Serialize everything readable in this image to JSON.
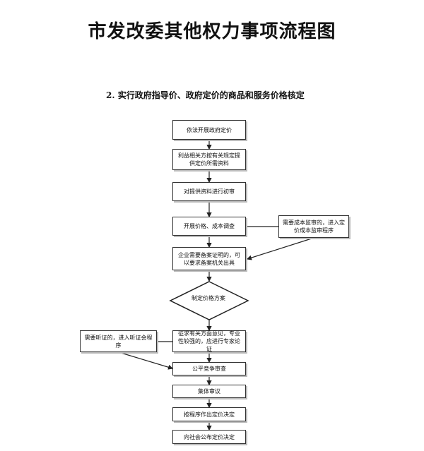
{
  "page_title": "市发改委其他权力事项流程图",
  "section_title": "2. 实行政府指导价、政府定价的商品和服务价格核定",
  "steps": [
    "依法开展政府定价",
    "利益相关方按有关规定提供定价所需资料",
    "对提供资料进行初审",
    "开展价格、成本调查",
    "企业需要备案证明的，可以要求备案机关出具",
    "制定价格方案",
    "征求有关方面意见，专业性较强的，应进行专家论证",
    "公平竞争审查",
    "集体审议",
    "按程序作出定价决定",
    "向社会公布定价决定"
  ],
  "side_notes": {
    "cost_audit": "需要成本监审的，进入定价成本监审程序",
    "hearing": "需要听证的，进入听证会程序"
  }
}
